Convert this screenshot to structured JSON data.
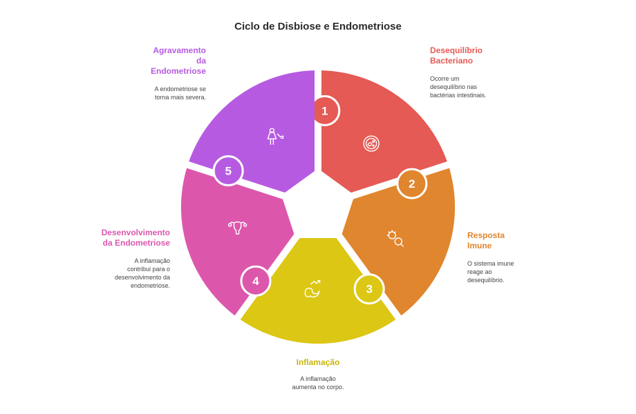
{
  "title": "Ciclo de Disbiose e Endometriose",
  "steps": [
    {
      "num": "1",
      "title": "Desequilíbrio\nBacteriano",
      "desc": "Ocorre um\ndesequilíbrio nas\nbactérias intestinais.",
      "color": "#e55a54",
      "icon": "bacteria-petri-icon"
    },
    {
      "num": "2",
      "title": "Resposta\nImune",
      "desc": "O sistema imune\nreage ao\ndesequilíbrio.",
      "color": "#e0862f",
      "icon": "virus-magnifier-icon"
    },
    {
      "num": "3",
      "title": "Inflamação",
      "desc": "A inflamação\naumenta no corpo.",
      "color": "#dcc714",
      "icon": "intestine-trend-icon"
    },
    {
      "num": "4",
      "title": "Desenvolvimento\nda Endometriose",
      "desc": "A inflamação\ncontribui para o\ndesenvolvimento da\nendometriose.",
      "color": "#dc57ac",
      "icon": "uterus-icon"
    },
    {
      "num": "5",
      "title": "Agravamento\nda\nEndometriose",
      "desc": "A endometriose se\ntorna mais severa.",
      "color": "#b65be1",
      "icon": "woman-decline-icon"
    }
  ]
}
